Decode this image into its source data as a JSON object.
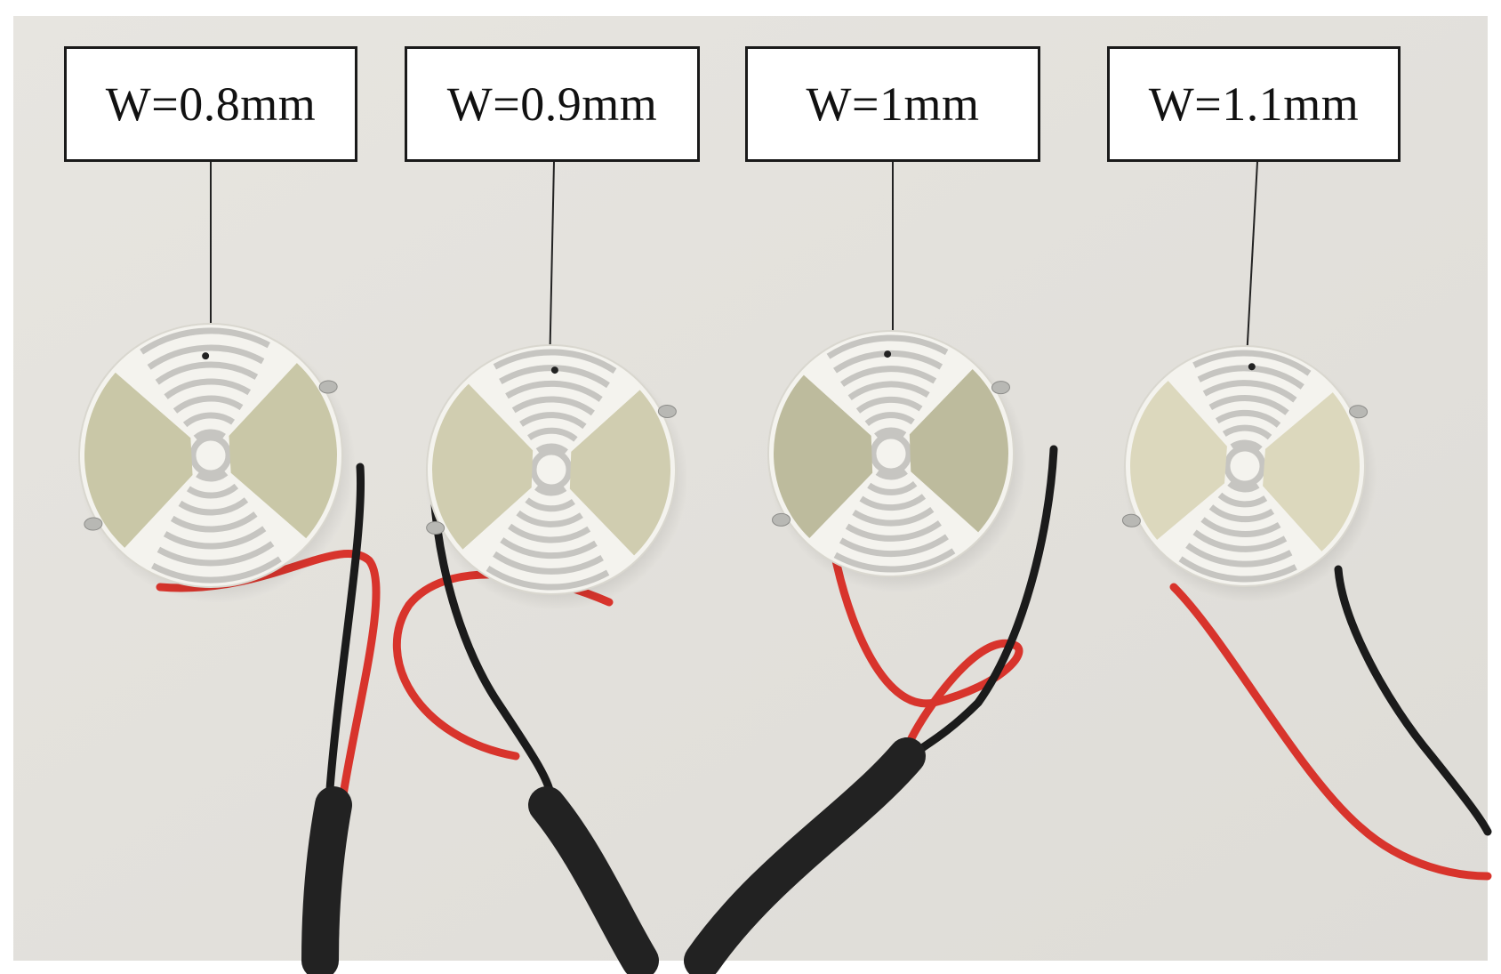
{
  "figure": {
    "sensors": [
      {
        "label": "W=0.8mm",
        "pad_color": "#c9c7a7"
      },
      {
        "label": "W=0.9mm",
        "pad_color": "#d0cdb0"
      },
      {
        "label": "W=1mm",
        "pad_color": "#bdbb9d"
      },
      {
        "label": "W=1.1mm",
        "pad_color": "#dcd8bd"
      }
    ],
    "colors": {
      "background": "#e4e2dd",
      "ceramic": "#f4f3ee",
      "electrode": "#c6c5c1",
      "red_wire": "#d8342c",
      "black_wire": "#1b1b1b"
    }
  }
}
